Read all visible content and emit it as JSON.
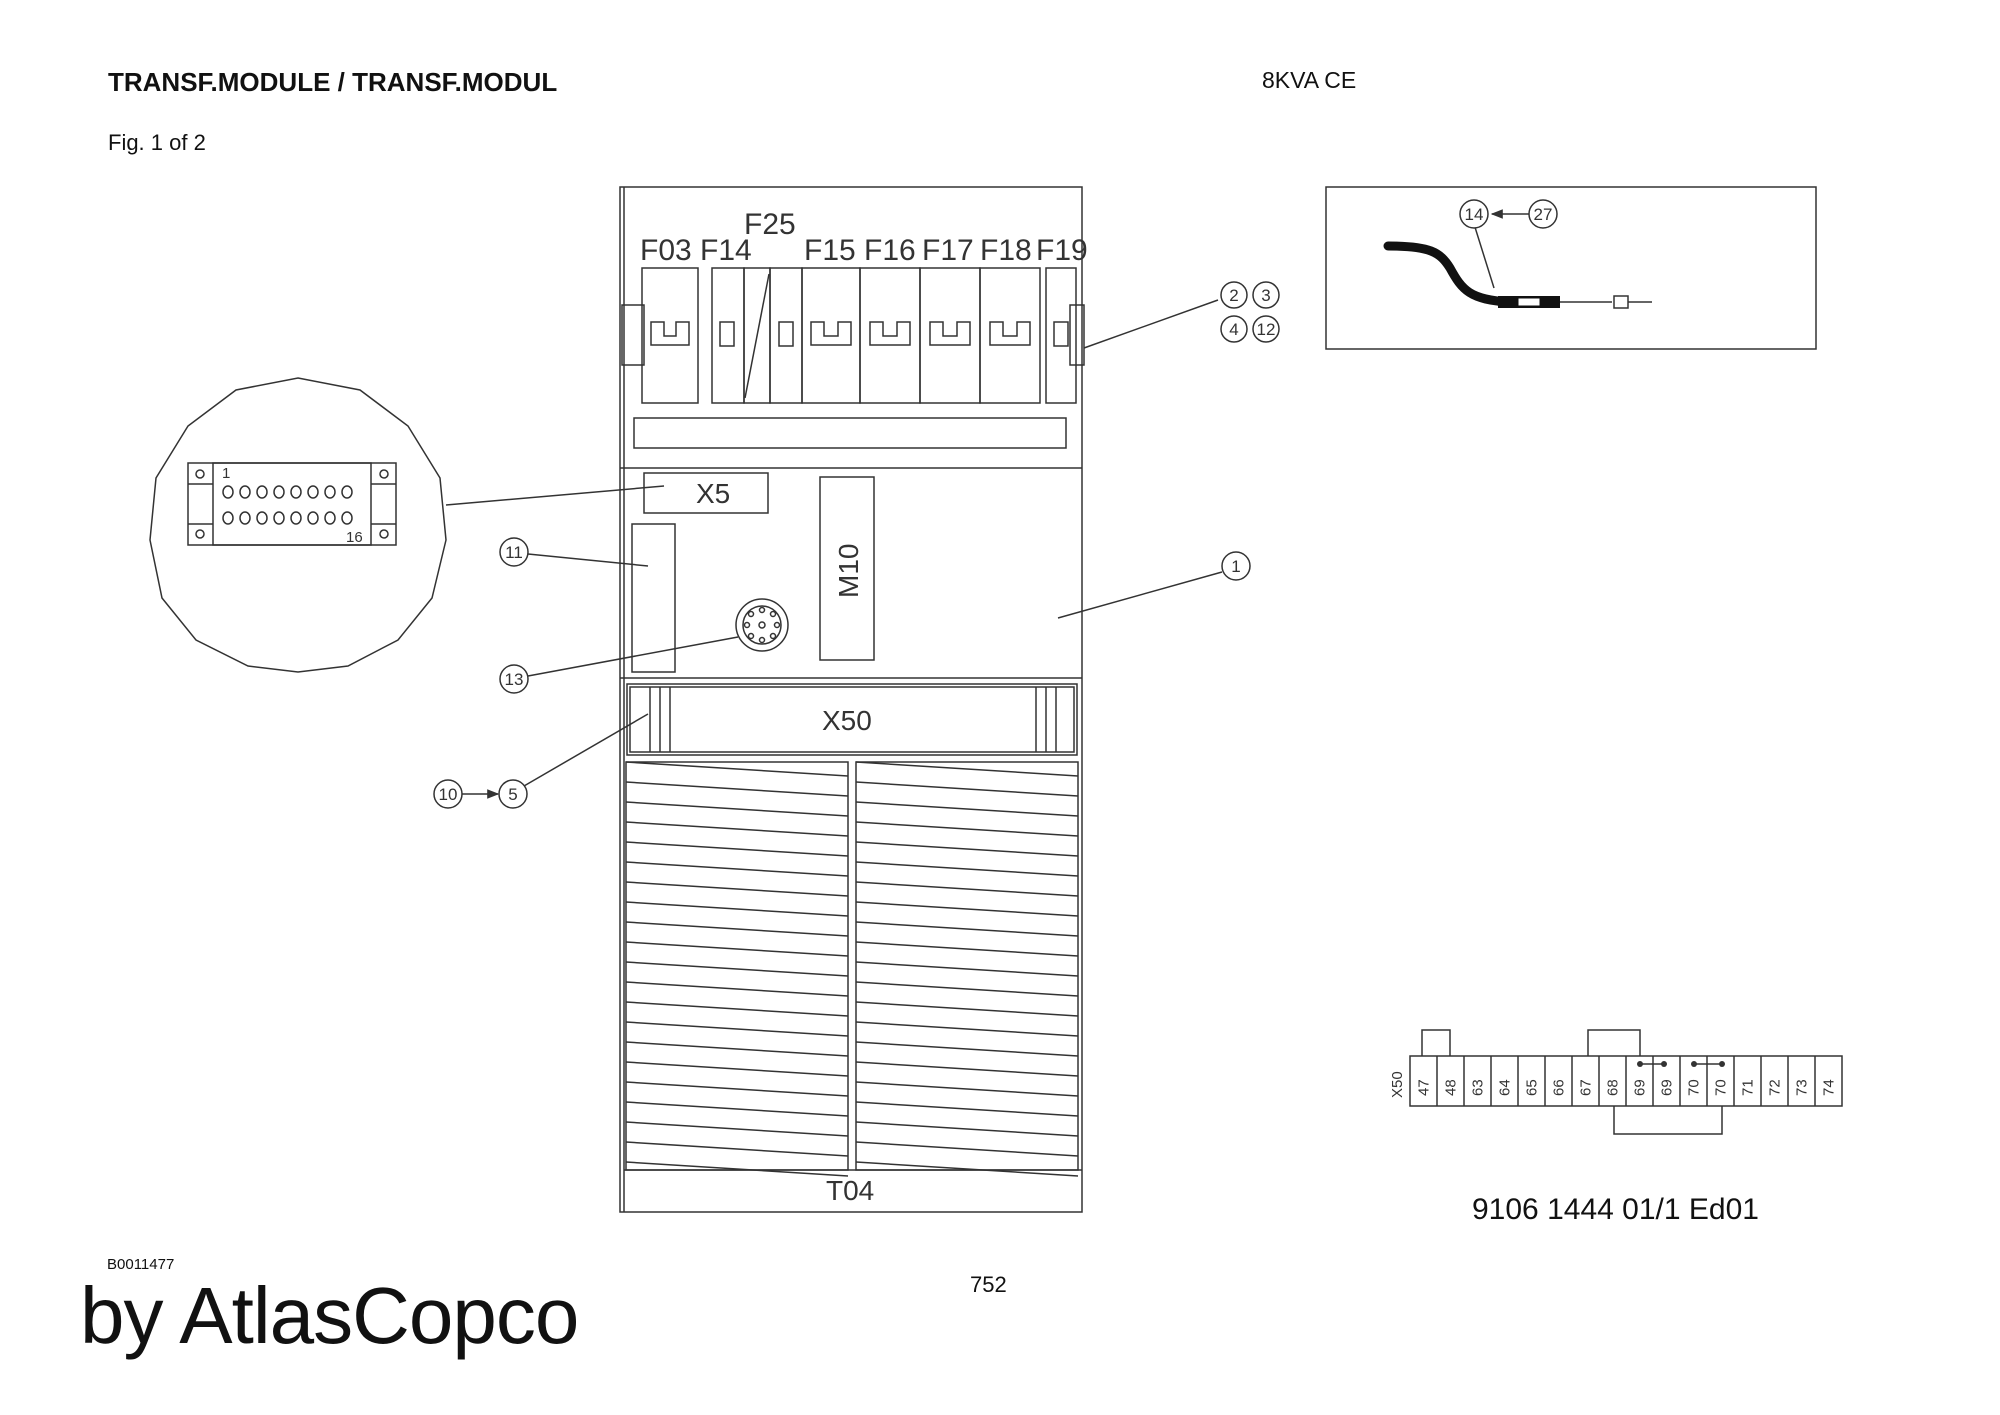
{
  "header": {
    "title": "TRANSF.MODULE / TRANSF.MODUL",
    "model": "8KVA CE",
    "figure": "Fig. 1 of 2"
  },
  "footer": {
    "drawing_number": "B0011477",
    "brand": "by AtlasCopco",
    "page_number": "752",
    "document_ref": "9106 1444 01/1  Ed01"
  },
  "module": {
    "fuse_labels": [
      "F03",
      "F14",
      "F25",
      "F15",
      "F16",
      "F17",
      "F18",
      "F19"
    ],
    "connector_x5": "X5",
    "motor_m10": "M10",
    "connector_x50": "X50",
    "transformer": "T04"
  },
  "detail_x5": {
    "pin_first": "1",
    "pin_last": "16"
  },
  "callouts": [
    "1",
    "2",
    "3",
    "4",
    "12",
    "11",
    "13",
    "10",
    "5",
    "14",
    "27"
  ],
  "terminal_strip": {
    "label": "X50",
    "terminals": [
      "47",
      "48",
      "63",
      "64",
      "65",
      "66",
      "67",
      "68",
      "69",
      "69",
      "70",
      "70",
      "71",
      "72",
      "73",
      "74"
    ]
  }
}
